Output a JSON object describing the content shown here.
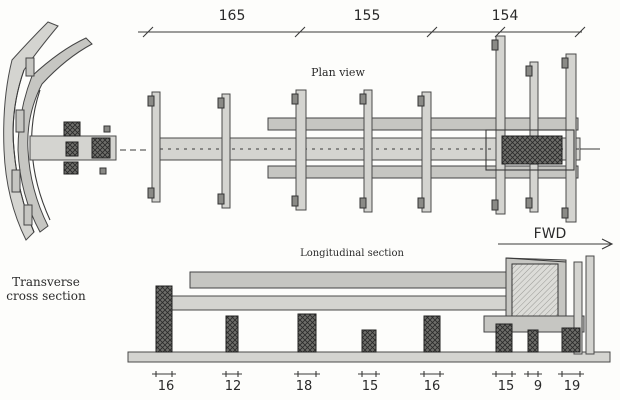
{
  "labels": {
    "plan_view": "Plan view",
    "longitudinal_section": "Longitudinal section",
    "transverse_line1": "Transverse",
    "transverse_line2": "cross section",
    "fwd": "FWD"
  },
  "top_dimensions": [
    "165",
    "155",
    "154"
  ],
  "bottom_dimensions": [
    "16",
    "12",
    "18",
    "15",
    "16",
    "15",
    "9",
    "19"
  ],
  "colors": {
    "ink": "#3a3a3a",
    "paper": "#fdfdfb",
    "hatch": "#c8c8c4"
  }
}
